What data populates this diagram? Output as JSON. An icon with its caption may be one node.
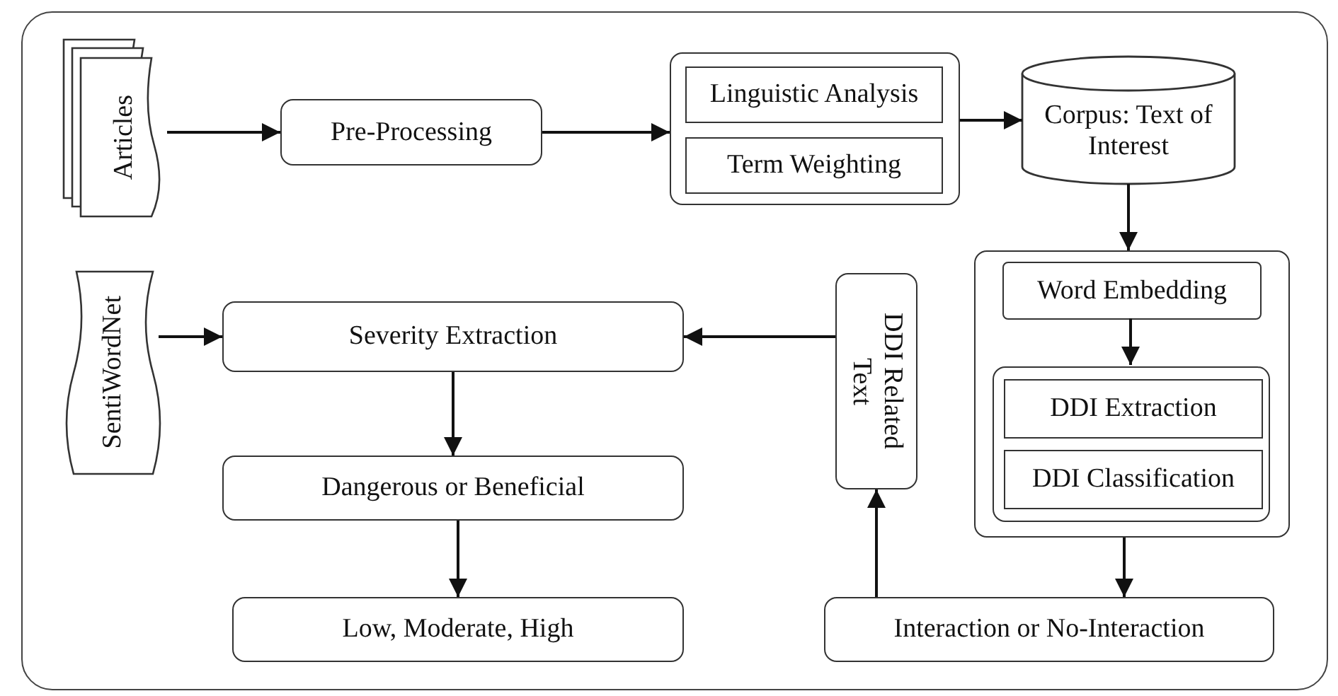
{
  "diagram": {
    "nodes": [
      {
        "text": [
          "Articles"
        ]
      },
      {
        "text": [
          "Pre-Processing"
        ]
      },
      {
        "text": [],
        "shape": "box"
      },
      {
        "text": [
          "Linguistic Analysis"
        ],
        "in": 2
      },
      {
        "text": [
          "Term Weighting"
        ],
        "in": 2
      },
      {
        "text": [
          "Corpus: Text of Interest"
        ]
      },
      {
        "text": [],
        "shape": "box"
      },
      {
        "text": [
          "Word Embedding"
        ],
        "in": 6
      },
      {
        "text": [],
        "shape": "box",
        "in": 6
      },
      {
        "text": [
          "DDI Extraction"
        ],
        "in": 8
      },
      {
        "text": [
          "DDI Classification"
        ],
        "in": 8
      },
      {
        "text": [
          "Interaction or No-Interaction"
        ]
      },
      {
        "text": [
          "DDI Related Text"
        ]
      },
      {
        "text": [
          "SentiWordNet"
        ]
      },
      {
        "text": [
          "Severity Extraction"
        ]
      },
      {
        "text": [
          "Dangerous or Beneficial"
        ]
      },
      {
        "text": [
          "Low, Moderate, High"
        ]
      }
    ],
    "edges": [
      {
        "from": 0,
        "to": 1,
        "arrow": "to"
      },
      {
        "from": 1,
        "to": 2,
        "arrow": "to"
      },
      {
        "from": 2,
        "to": 5,
        "arrow": "to"
      },
      {
        "from": 5,
        "to": 6,
        "arrow": "to"
      },
      {
        "from": 7,
        "to": 8,
        "arrow": "to"
      },
      {
        "from": 6,
        "to": 11,
        "arrow": "to"
      },
      {
        "from": 11,
        "to": 12,
        "arrow": "to"
      },
      {
        "from": 12,
        "to": 14,
        "arrow": "to"
      },
      {
        "from": 13,
        "to": 14,
        "arrow": "to"
      },
      {
        "from": 14,
        "to": 15,
        "arrow": "to"
      },
      {
        "from": 15,
        "to": 16,
        "arrow": "to"
      }
    ]
  }
}
